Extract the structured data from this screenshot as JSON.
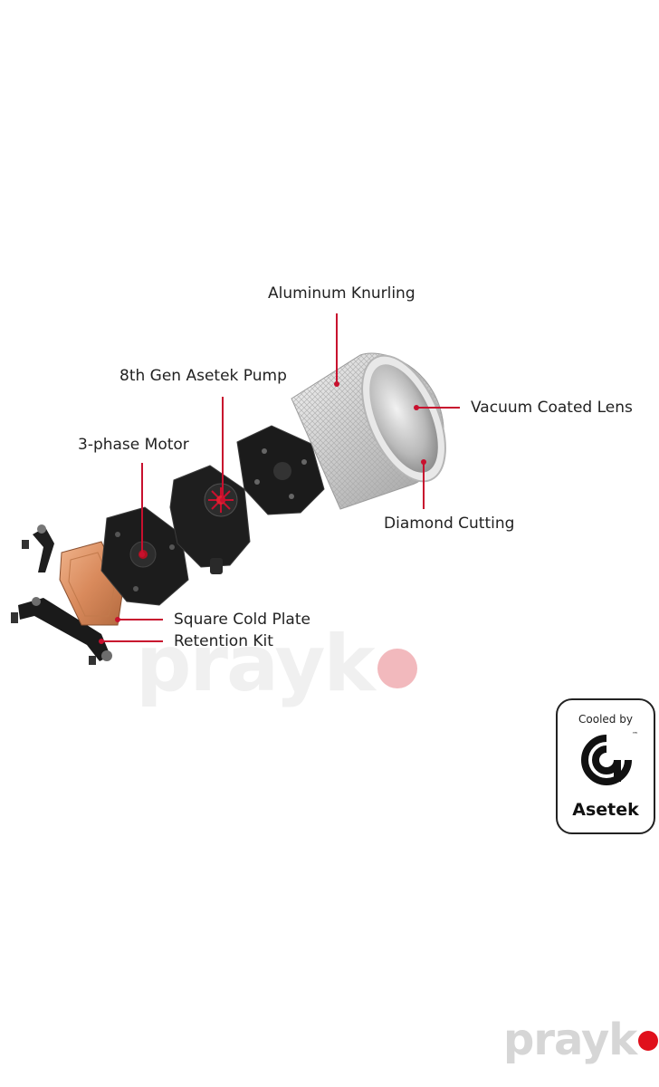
{
  "callouts": {
    "aluminum_knurling": "Aluminum Knurling",
    "pump": "8th Gen Asetek Pump",
    "motor": "3-phase Motor",
    "lens": "Vacuum Coated Lens",
    "diamond_cutting": "Diamond Cutting",
    "cold_plate": "Square Cold Plate",
    "retention_kit": "Retention Kit"
  },
  "badge": {
    "top_text": "Cooled by",
    "brand": "Asetek",
    "trademark": "™"
  },
  "watermark": {
    "text": "prayk"
  },
  "colors": {
    "callout_line": "#c8102e",
    "brand_dot": "#e0101c",
    "watermark_dot": "#f2b9bd"
  }
}
